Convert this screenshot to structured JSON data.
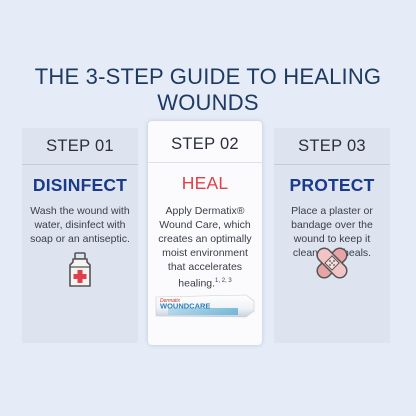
{
  "title": "THE 3-STEP GUIDE TO HEALING WOUNDS",
  "steps": [
    {
      "label": "STEP 01",
      "heading": "DISINFECT",
      "text": "Wash the wound with water, disinfect with soap or an antiseptic.",
      "icon": "antiseptic-bottle-icon"
    },
    {
      "label": "STEP 02",
      "heading": "HEAL",
      "text": "Apply Dermatix® Wound Care, which creates an optimally moist environment that accelerates healing.",
      "superscript": "1, 2, 3",
      "product_brand": "Dermatix",
      "product_name": "WOUNDCARE",
      "icon": "wound-care-tube-icon"
    },
    {
      "label": "STEP 03",
      "heading": "PROTECT",
      "text": "Place a plaster or bandage over the wound to keep it clean as it heals.",
      "icon": "plaster-icon"
    }
  ],
  "colors": {
    "background": "#e5ecf8",
    "title": "#1f3a60",
    "heading_blue": "#1a3a8a",
    "heading_red": "#e0404a"
  }
}
